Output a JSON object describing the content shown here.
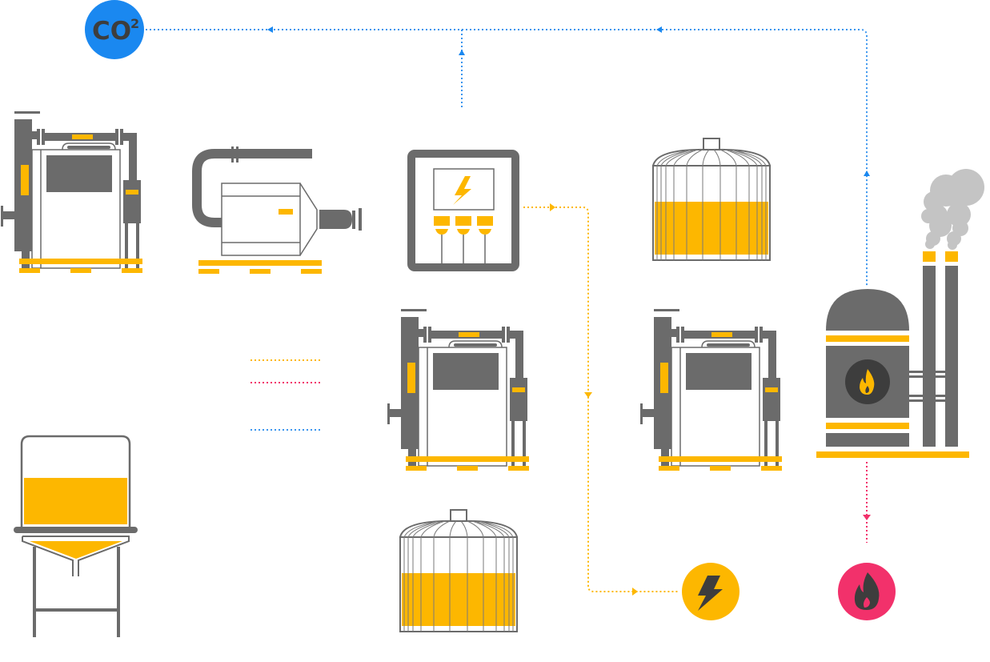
{
  "diagram": {
    "title": "",
    "colors": {
      "machine_gray": "#6b6b6b",
      "accent_yellow": "#fdb700",
      "co2_blue": "#1a88f0",
      "flow_blue": "#3a95ee",
      "flow_yellow": "#fdb700",
      "flow_pink": "#f2316b",
      "smoke": "#c4c4c4",
      "icon_dark": "#3d3d3d"
    },
    "nodes": {
      "co2": {
        "label": "CO",
        "superscript": "2",
        "icon": "co2-badge"
      },
      "electricity": {
        "icon": "lightning-bolt-icon"
      },
      "heat": {
        "icon": "flame-icon"
      },
      "digester_top_left": {
        "icon": "digester-unit"
      },
      "blower": {
        "icon": "blower-unit"
      },
      "control_panel": {
        "icon": "electrical-panel"
      },
      "gas_tank_top": {
        "icon": "gas-holder-tank",
        "fill_level": 0.55
      },
      "chp_plant": {
        "icon": "boiler-with-chimneys"
      },
      "digester_middle": {
        "icon": "digester-unit"
      },
      "digester_right": {
        "icon": "digester-unit"
      },
      "hopper": {
        "icon": "feed-hopper",
        "fill_level": 0.6
      },
      "gas_tank_bottom": {
        "icon": "gas-holder-tank",
        "fill_level": 0.55
      }
    },
    "legend": [
      {
        "name": "electricity-flow",
        "color": "#fdb700",
        "label": ""
      },
      {
        "name": "heat-flow",
        "color": "#f2316b",
        "label": ""
      },
      {
        "name": "co2-flow",
        "color": "#3a95ee",
        "label": ""
      }
    ]
  }
}
